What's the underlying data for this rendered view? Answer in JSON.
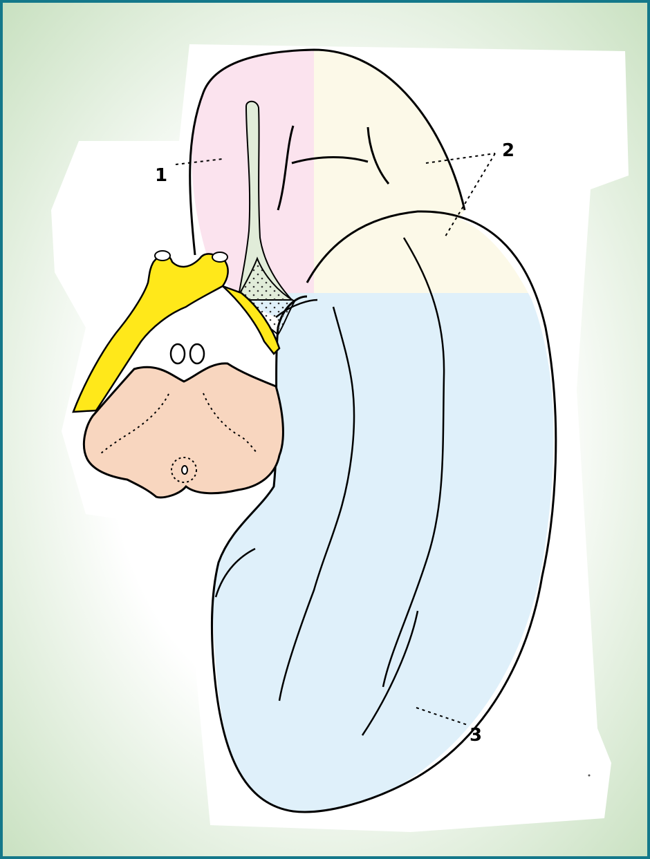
{
  "labels": {
    "one": "1",
    "two": "2",
    "three": "3"
  },
  "colors": {
    "frame_border": "#14788a",
    "background_green": "#c5dfbc",
    "region_1": "#fbe3ee",
    "region_2": "#fcf9e8",
    "region_3": "#dff0fa",
    "nerve_yellow": "#ffe81a",
    "section_tan": "#f8d6bf",
    "sheath_green": "#e1ecd9",
    "outline": "#000000"
  }
}
